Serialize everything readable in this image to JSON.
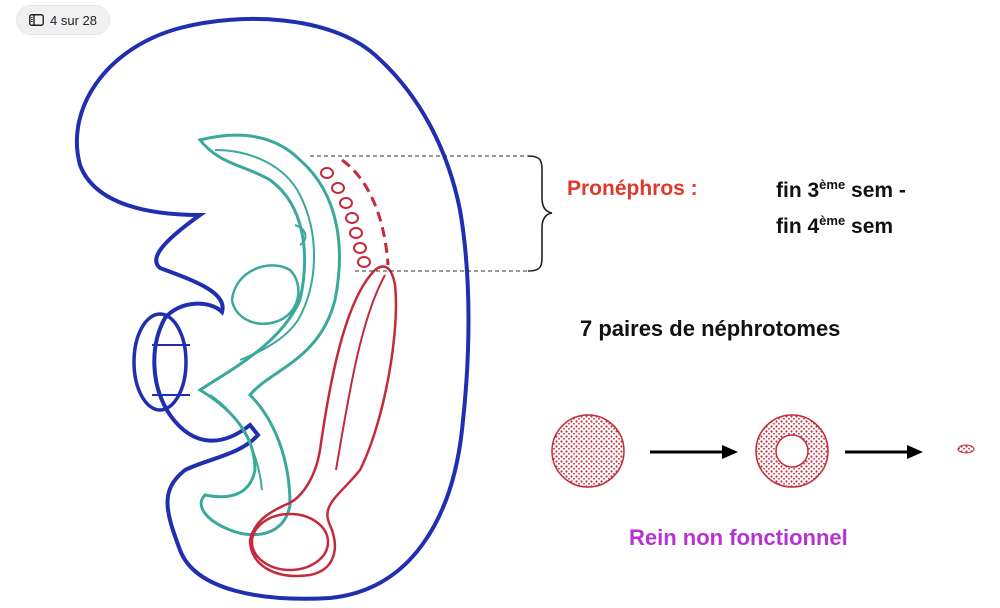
{
  "viewer": {
    "page_indicator": "4 sur 28",
    "sidebar_icon": "sidebar-panel-icon"
  },
  "slide": {
    "pronephros_label": "Pronéphros :",
    "period": {
      "line1_prefix": "fin 3",
      "line1_sup": "ème",
      "line1_suffix": " sem -",
      "line2_prefix": "fin 4",
      "line2_sup": "ème",
      "line2_suffix": " sem"
    },
    "nephrotomes_text": "7 paires de néphrotomes",
    "regression_caption": "Rein non fonctionnel"
  },
  "colors": {
    "embryo_outline": "#1f2fb0",
    "neural_tube": "#3aa89a",
    "nephric": "#c42a3c",
    "pronephros_label": "#e0392b",
    "caption": "#b534d1"
  }
}
